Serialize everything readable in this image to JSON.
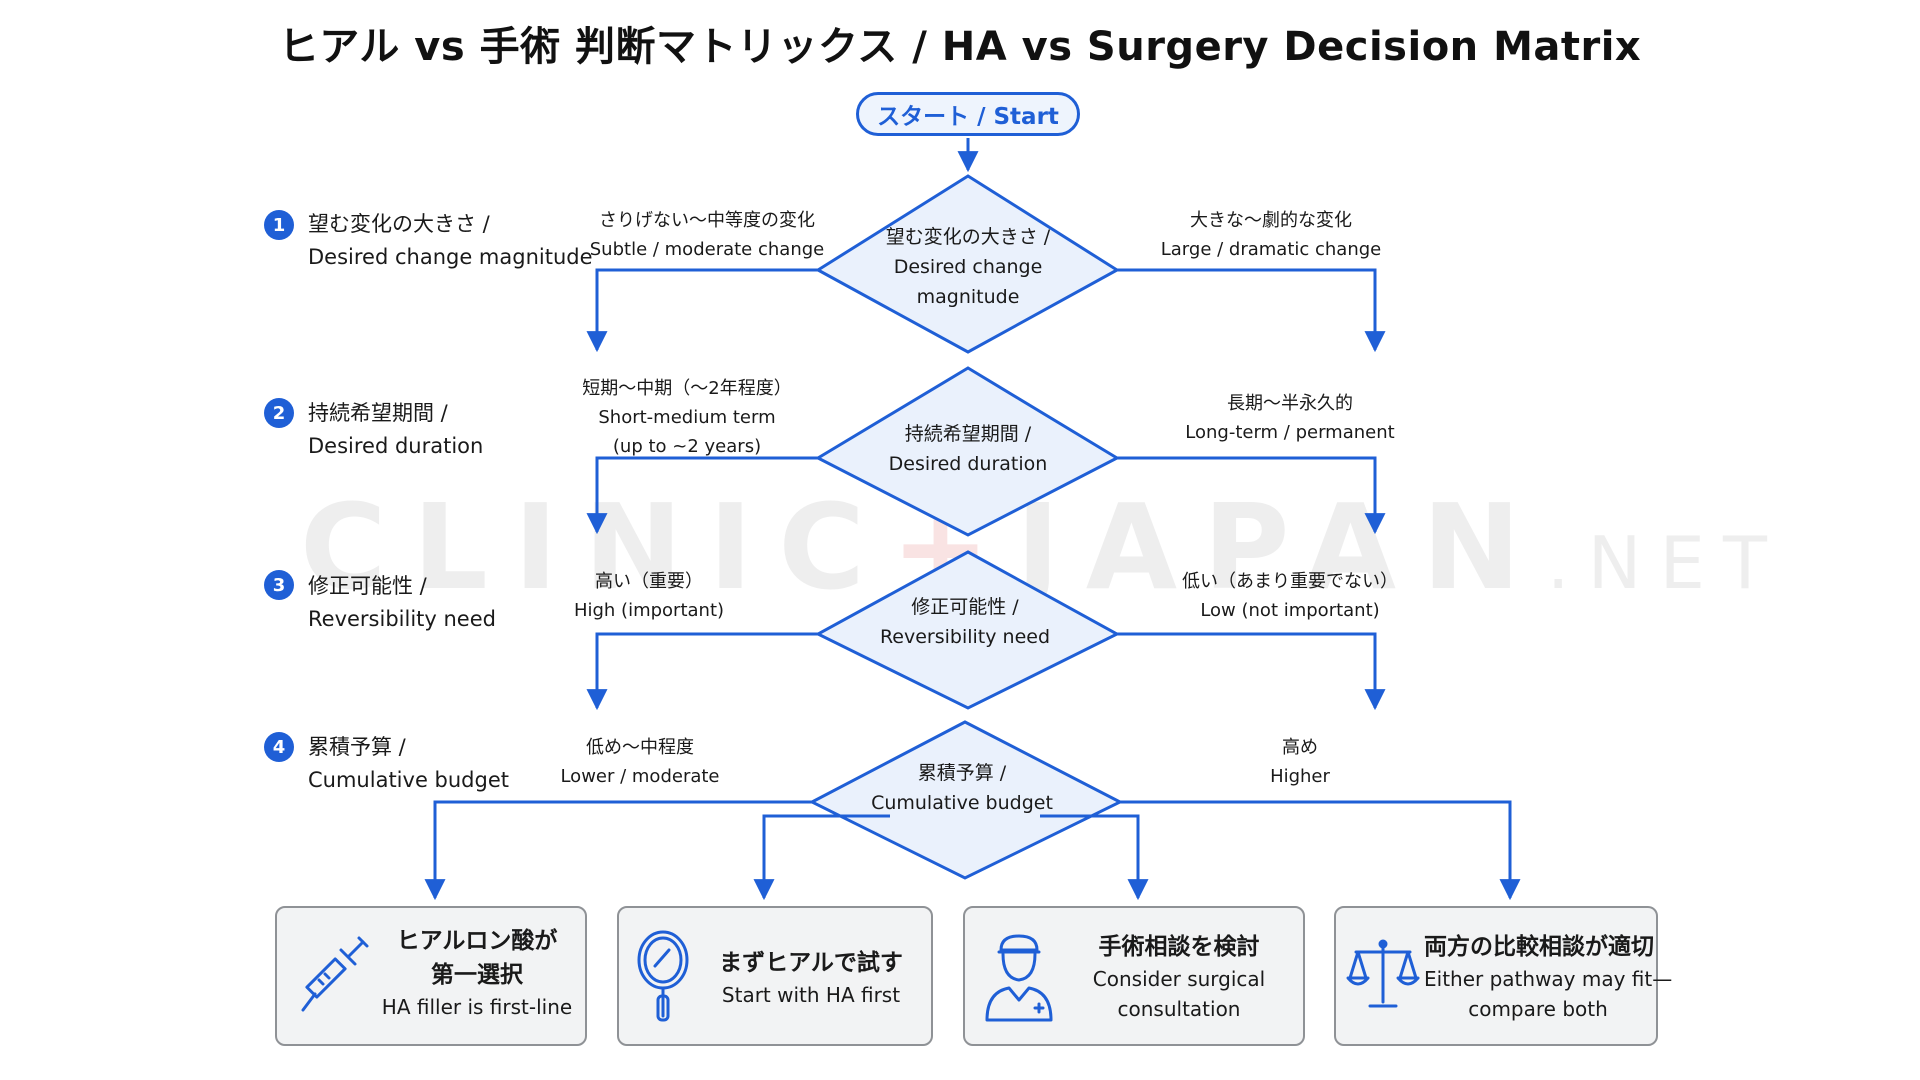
{
  "title": "ヒアル vs 手術 判断マトリックス / HA vs Surgery Decision Matrix",
  "start": "スタート / Start",
  "watermark": {
    "brand": "CLINIC",
    "plus": "+",
    "name": "JAPAN",
    "tld": ".NET"
  },
  "colors": {
    "accent": "#1f5fd6",
    "diamond_fill": "#eaf1fc",
    "box_fill": "#f2f3f4",
    "box_border": "#8f9296"
  },
  "steps": [
    {
      "number": "1",
      "label_jp": "望む変化の大きさ /",
      "label_en": "Desired change magnitude",
      "diamond": [
        "望む変化の大きさ /",
        "Desired change",
        "magnitude"
      ],
      "left": [
        "さりげない〜中等度の変化",
        "Subtle / moderate change"
      ],
      "right": [
        "大きな〜劇的な変化",
        "Large / dramatic change"
      ]
    },
    {
      "number": "2",
      "label_jp": "持続希望期間 /",
      "label_en": "Desired duration",
      "diamond": [
        "持続希望期間 /",
        "Desired duration"
      ],
      "left": [
        "短期〜中期（〜2年程度）",
        "Short-medium term",
        "(up to ~2 years)"
      ],
      "right": [
        "長期〜半永久的",
        "Long-term / permanent"
      ]
    },
    {
      "number": "3",
      "label_jp": "修正可能性 /",
      "label_en": "Reversibility need",
      "diamond": [
        "修正可能性 /",
        "Reversibility need"
      ],
      "left": [
        "高い（重要）",
        "High (important)"
      ],
      "right": [
        "低い（あまり重要でない）",
        "Low (not important)"
      ]
    },
    {
      "number": "4",
      "label_jp": "累積予算 /",
      "label_en": "Cumulative budget",
      "diamond": [
        "累積予算 /",
        "Cumulative budget"
      ],
      "left": [
        "低め〜中程度",
        "Lower / moderate"
      ],
      "right": [
        "高め",
        "Higher"
      ]
    }
  ],
  "outcomes": [
    {
      "icon": "syringe-icon",
      "jp": [
        "ヒアルロン酸が",
        "第一選択"
      ],
      "en": [
        "HA filler is first-line"
      ]
    },
    {
      "icon": "mirror-icon",
      "jp": [
        "まずヒアルで試す"
      ],
      "en": [
        "Start with HA first"
      ]
    },
    {
      "icon": "doctor-icon",
      "jp": [
        "手術相談を検討"
      ],
      "en": [
        "Consider surgical",
        "consultation"
      ]
    },
    {
      "icon": "scale-icon",
      "jp": [
        "両方の比較相談が適切"
      ],
      "en": [
        "Either pathway may fit—",
        "compare both"
      ]
    }
  ]
}
